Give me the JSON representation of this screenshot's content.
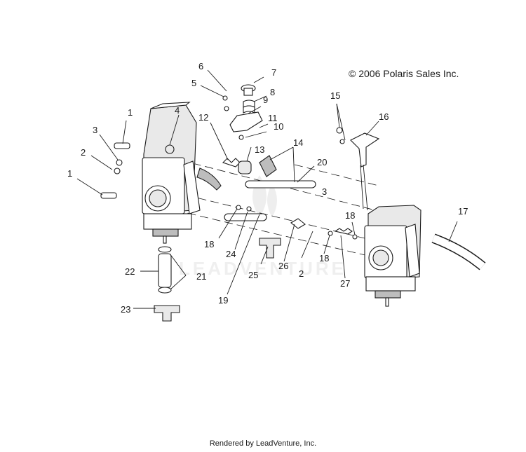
{
  "copyright": "© 2006 Polaris Sales Inc.",
  "watermark": "LEADVENTURE",
  "footer": "Rendered by LeadVenture, Inc.",
  "callouts": [
    "1",
    "1",
    "2",
    "2",
    "3",
    "3",
    "4",
    "5",
    "6",
    "7",
    "8",
    "9",
    "10",
    "11",
    "12",
    "13",
    "14",
    "15",
    "16",
    "17",
    "18",
    "18",
    "18",
    "19",
    "20",
    "21",
    "22",
    "23",
    "24",
    "25",
    "26",
    "27"
  ]
}
